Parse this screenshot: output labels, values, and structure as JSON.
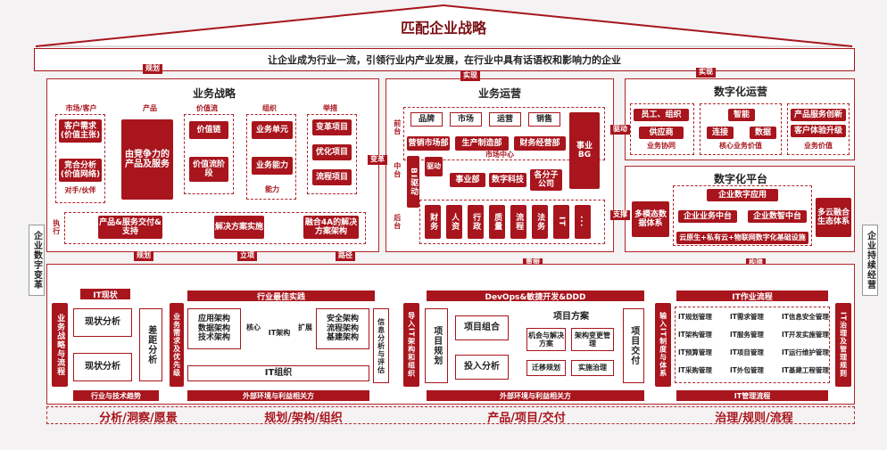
{
  "title": "匹配企业战略",
  "top_banner": "让企业成为行业一流，引领行业内产业发展，在行业中具有话语权和影响力的企业",
  "side_left": "企业数字变革",
  "side_right": "企业持续经营",
  "arrows": {
    "guihua": "规划",
    "shixian1": "实现",
    "shixian2": "实现",
    "biange": "变革",
    "jiaopai": "驱动",
    "zhicheng": "支撑",
    "guihua2": "规划",
    "lixiang": "立项",
    "lujing": "路径",
    "chonggou": "重塑",
    "goujian": "构建",
    "shuju": "BI驱动"
  },
  "business_strategy": {
    "title": "业务战略",
    "col_market": "市场/客户",
    "col_product": "产品",
    "col_value": "价值流",
    "col_org": "组织",
    "col_measure": "举措",
    "customer_demand": "客户需求(价值主张)",
    "competition": "竞合分析(价值网络)",
    "opponent": "对手/伙伴",
    "product_core": "由竞争力的产品及服务",
    "value_chain": "价值链",
    "value_stage": "价值流阶段",
    "biz_unit": "业务单元",
    "biz_capability": "业务能力",
    "capability": "能力",
    "change_project": "变革项目",
    "optimize_project": "优化项目",
    "process_project": "流程项目",
    "execute": "执行",
    "product_service": "产品&服务交付&支持",
    "solution_impl": "解决方案实施",
    "fusion_4a": "融合4A的解决方案架构"
  },
  "business_operation": {
    "title": "业务运营",
    "front": "前台",
    "middle": "中台",
    "back": "后台",
    "top_items": [
      "品牌",
      "市场",
      "运营",
      "销售"
    ],
    "mid_items": [
      "营销市场部",
      "生产制造部",
      "财务经营部"
    ],
    "market_center": "市场中心",
    "bg": "事业BG",
    "dept_items": [
      "事业部",
      "数字科技",
      "各分子公司"
    ],
    "back_items": [
      "财务",
      "人资",
      "行政",
      "质量",
      "流程",
      "法务",
      "IT",
      "..."
    ]
  },
  "digital_operation": {
    "title": "数字化运营",
    "employee": "员工、组织",
    "supplier": "供应商",
    "biz_collab": "业务协同",
    "smart": "智能",
    "connect": "连接",
    "data": "数据",
    "core_value": "核心业务价值",
    "product_innov": "产品服务创新",
    "customer_exp": "客户体验升级",
    "biz_value": "业务价值"
  },
  "digital_platform": {
    "title": "数字化平台",
    "multi_modal": "多模态数据体系",
    "enterprise_apps": "企业数字应用",
    "biz_center": "企业业务中台",
    "data_center": "企业数智中台",
    "infra": "云原生+私有云+物联网数字化基础设施",
    "multi_cloud": "多云融合生态体系"
  },
  "bottom1": {
    "head": "IT现状",
    "left_v": "业务战略与流程",
    "status": "现状分析",
    "status2": "现状分析",
    "gap": "差距分析",
    "trend": "行业与技术趋势"
  },
  "bottom2": {
    "head": "行业最佳实践",
    "left_v": "业务需求及优先级",
    "app_arch": "应用架构",
    "data_arch": "数据架构",
    "tech_arch": "技术架构",
    "core": "核心",
    "it_arch": "IT架构",
    "expand": "扩展",
    "sec_arch": "安全架构",
    "flow_arch": "流程架构",
    "base_arch": "基建架构",
    "right_v": "信息分析与评估",
    "it_org": "IT组织",
    "footer": "外部环境与利益相关方"
  },
  "bottom3": {
    "head": "DevOps&敏捷开发&DDD",
    "left_v": "导入IT架构和组织",
    "proj_plan": "项目规划",
    "portfolio": "项目组合",
    "invest": "投入分析",
    "solution": "项目方案",
    "opp_sol": "机会与解决方案",
    "arch_change": "架构变更管理",
    "migration": "迁移规划",
    "impl_gov": "实施治理",
    "delivery": "项目交付",
    "footer": "外部环境与利益相关方"
  },
  "bottom4": {
    "head": "IT作业流程",
    "left_v": "输入IT制度与体系",
    "items": [
      "IT规划管理",
      "IT需求管理",
      "IT信息安全管理",
      "IT架构管理",
      "IT服务管理",
      "IT开发实施管理",
      "IT预算管理",
      "IT项目管理",
      "IT运行维护管理",
      "IT采购管理",
      "IT外包管理",
      "IT基建工程管理"
    ],
    "right_v": "IT治理及管理规则",
    "footer": "IT管理流程"
  },
  "bottom_labels": [
    "分析/洞察/愿景",
    "规划/架构/组织",
    "产品/项目/交付",
    "治理/规则/流程"
  ]
}
